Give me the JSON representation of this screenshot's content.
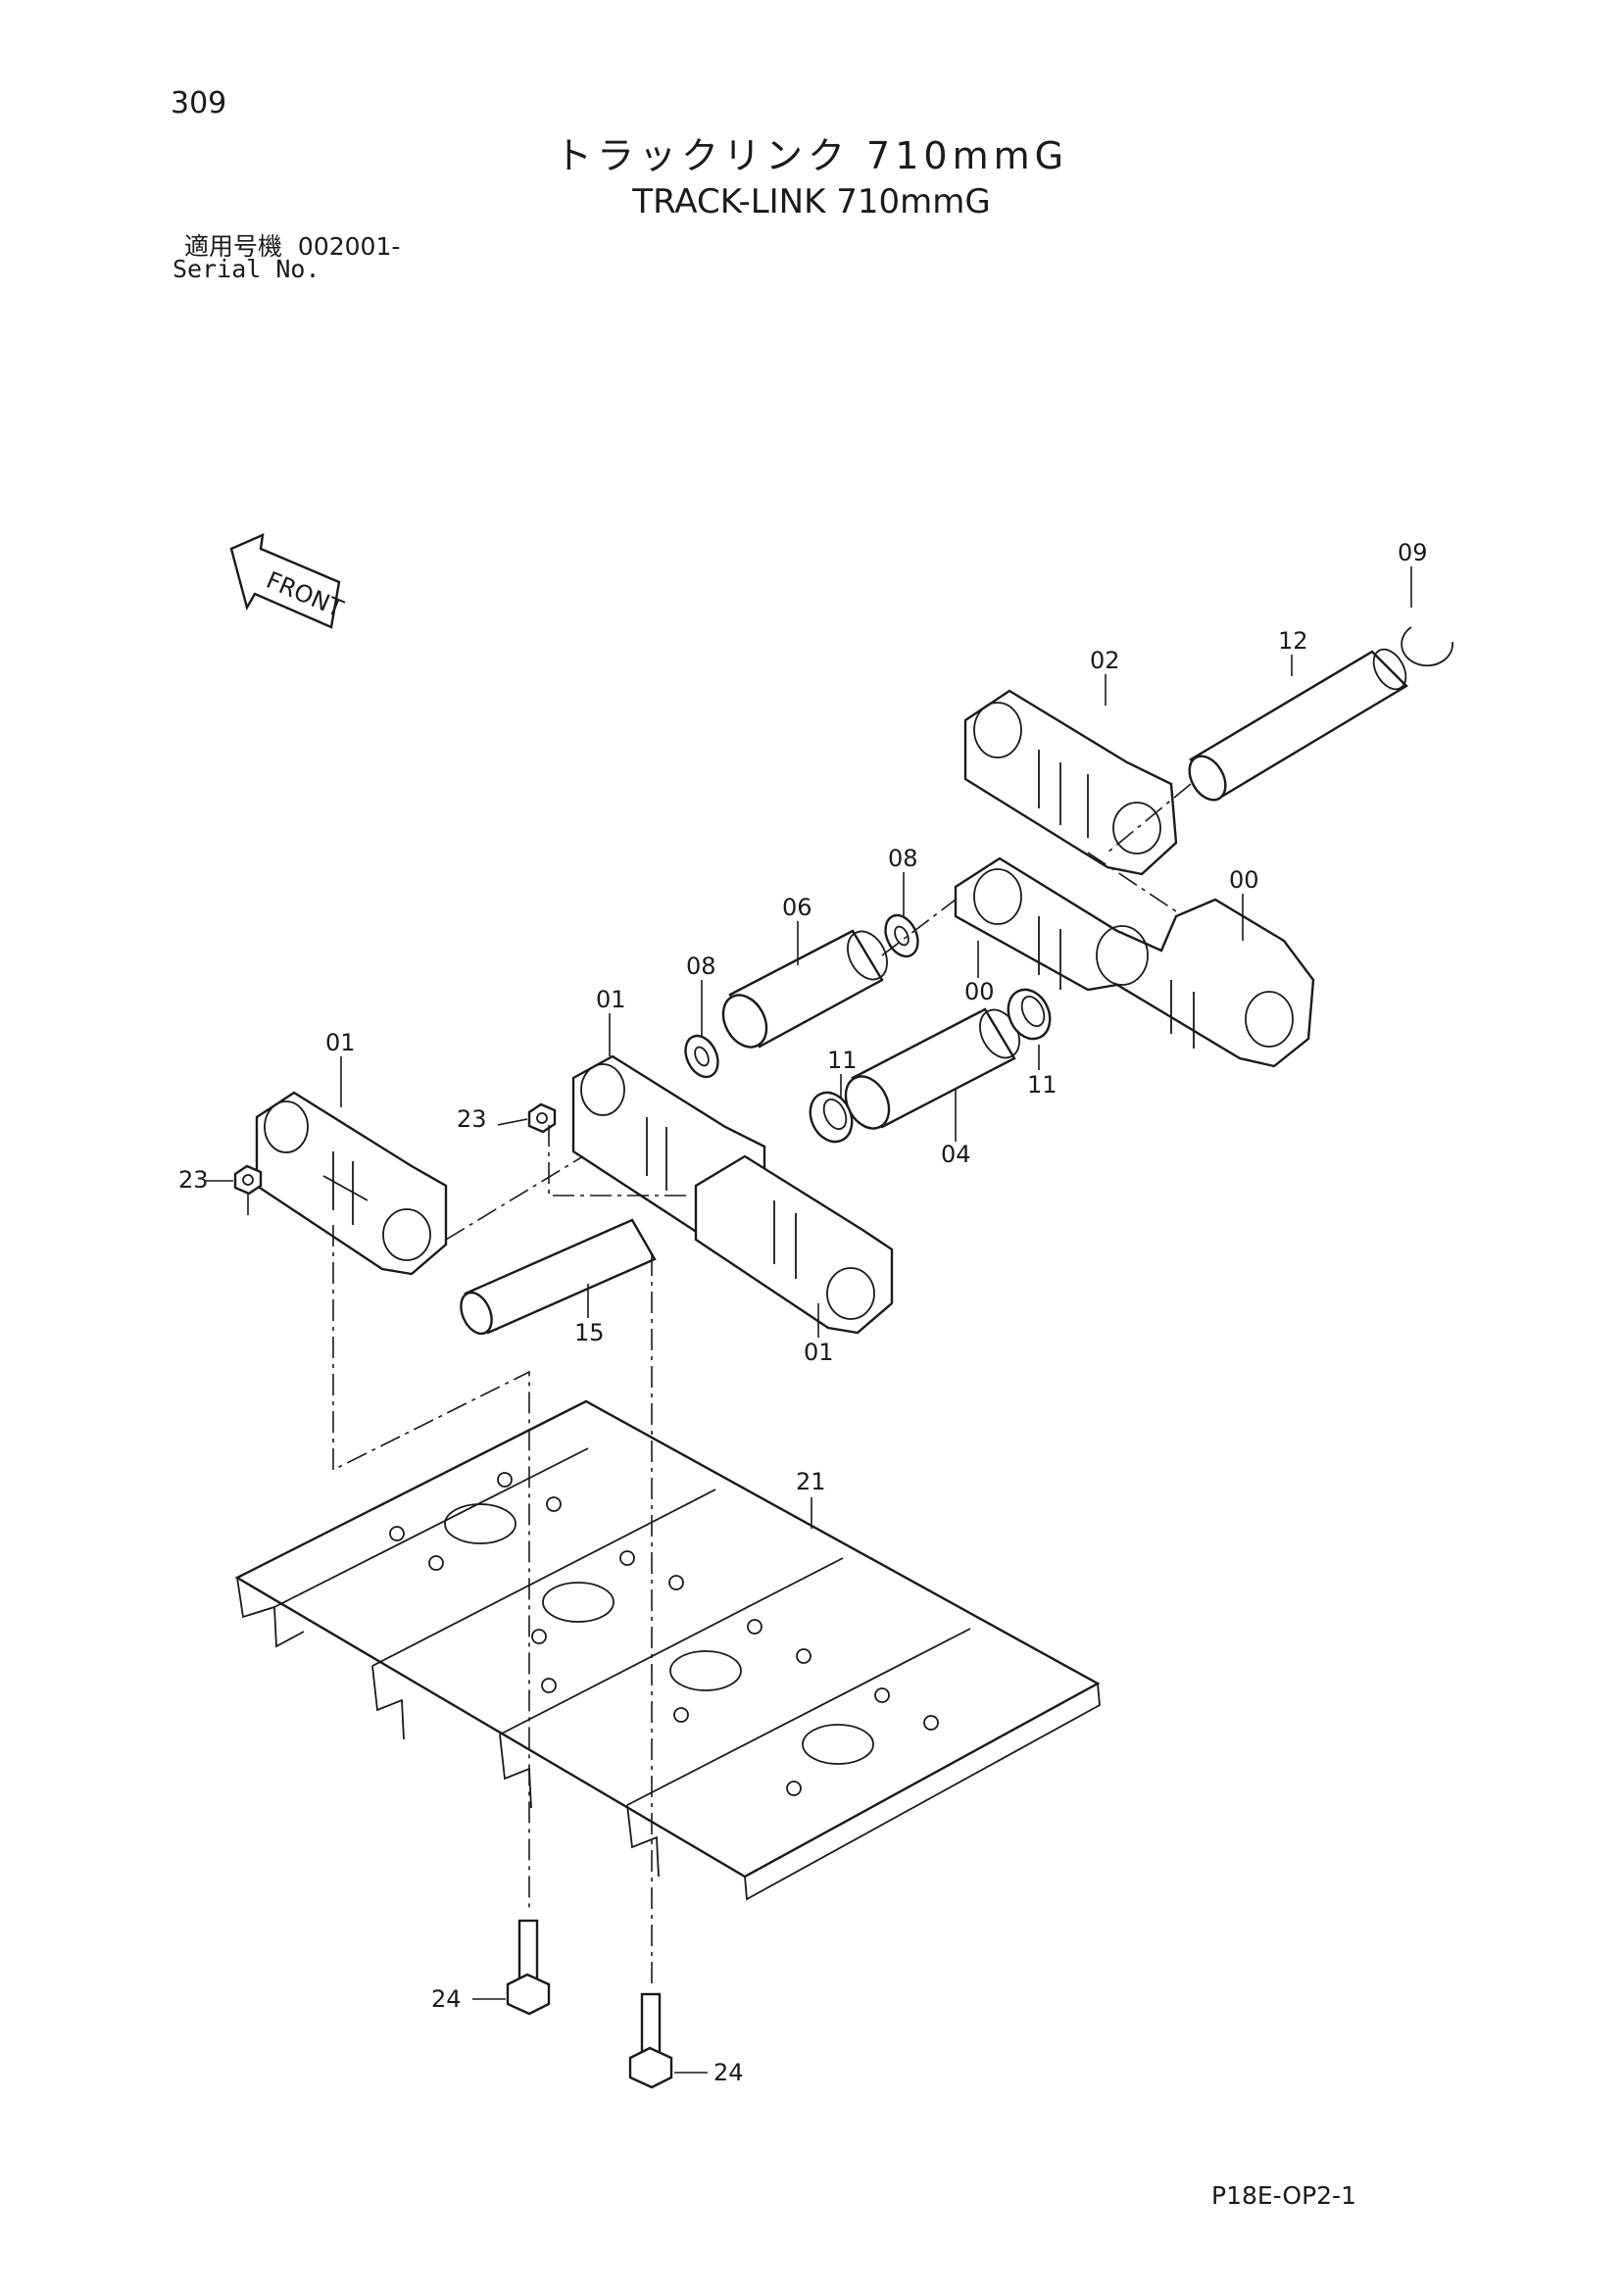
{
  "header": {
    "page_number": "309",
    "title_jp": "トラックリンク 710mmG",
    "title_en": "TRACK-LINK 710mmG",
    "serial_label_jp": "適用号機",
    "serial_value": "002001-",
    "serial_label_en": "Serial No."
  },
  "front_indicator": "FRONT",
  "callouts": {
    "c09": "09",
    "c12": "12",
    "c02": "02",
    "c08a": "08",
    "c00a": "00",
    "c06": "06",
    "c00b": "00",
    "c08b": "08",
    "c01a": "01",
    "c01b": "01",
    "c11a": "11",
    "c11b": "11",
    "c23a": "23",
    "c23b": "23",
    "c04": "04",
    "c15": "15",
    "c01c": "01",
    "c21": "21",
    "c24a": "24",
    "c24b": "24"
  },
  "footer": {
    "doc_code": "P18E-OP2-1"
  }
}
